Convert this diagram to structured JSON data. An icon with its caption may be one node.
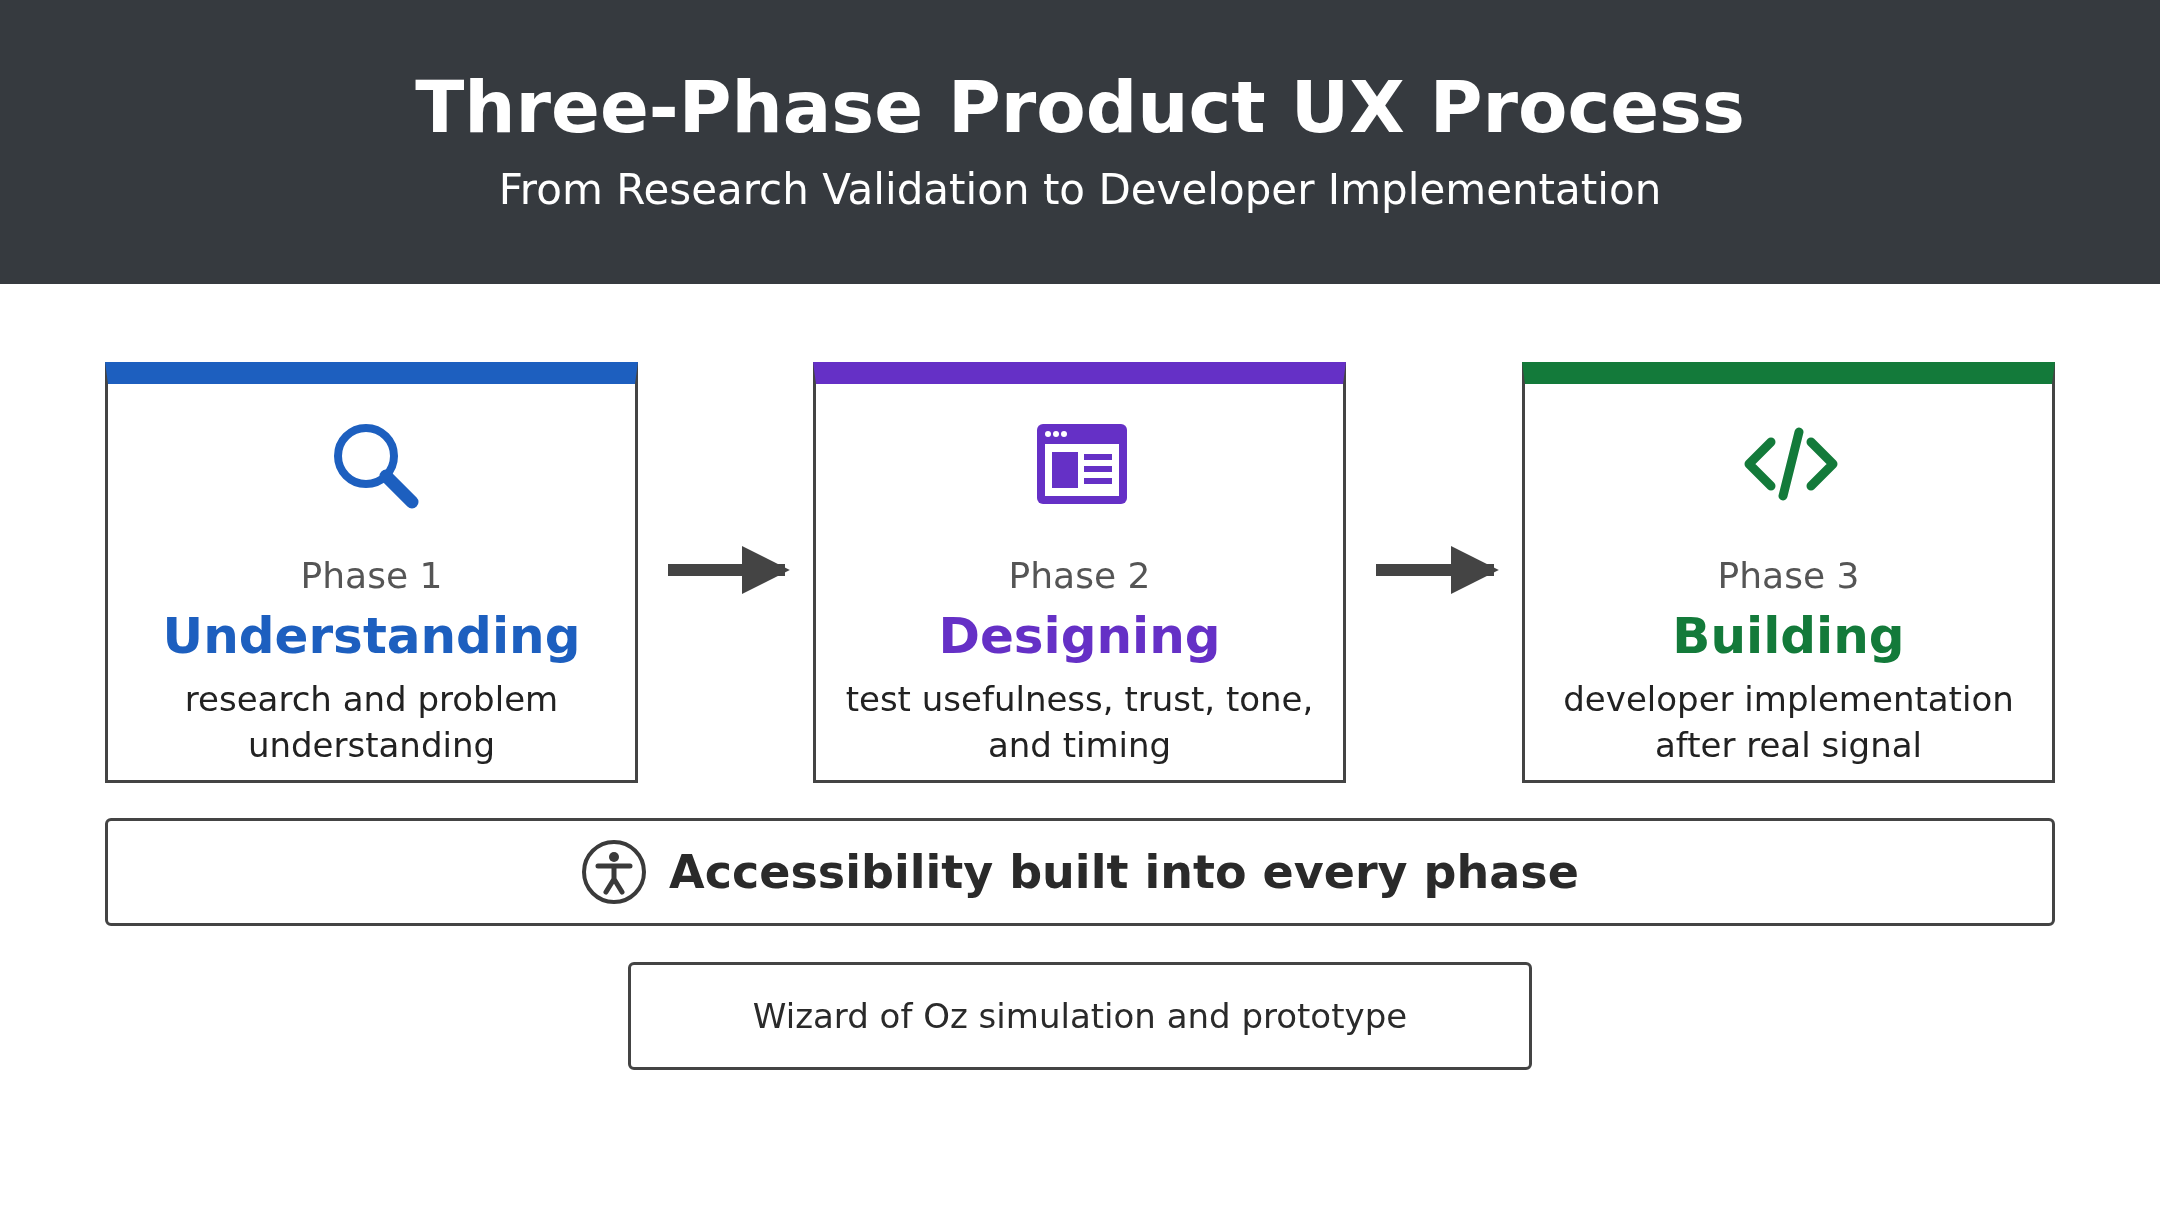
{
  "diagram": {
    "title": "Three-Phase Product UX Process",
    "nodes": [
      {
        "text": [
          "Phase 1",
          "Understanding",
          "research and problem understanding"
        ]
      },
      {
        "text": [
          "Phase 2",
          "Designing",
          "test usefulness, trust, tone, and timing"
        ]
      },
      {
        "text": [
          "Phase 3",
          "Building",
          "developer implementation after real signal"
        ]
      },
      {
        "text": [
          "Accessibility built into every phase"
        ]
      },
      {
        "text": [
          "Wizard of Oz simulation and prototype"
        ]
      }
    ],
    "edges": [
      {
        "from": 0,
        "to": 1,
        "arrow": "to"
      },
      {
        "from": 1,
        "to": 2,
        "arrow": "to"
      }
    ],
    "labels": [
      "From Research Validation to Developer Implementation"
    ]
  }
}
